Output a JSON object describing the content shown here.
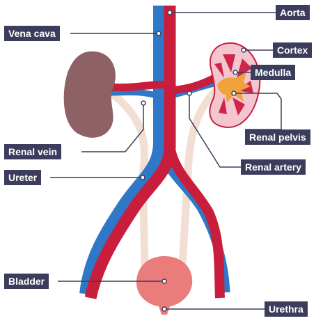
{
  "colors": {
    "label_bg": "#3c3d5c",
    "label_text": "#ffffff",
    "artery": "#c81e3c",
    "vein": "#2f78c8",
    "ureter": "#f2dfd4",
    "kidney": "#8d6165",
    "kidney_section": "#f3c6cf",
    "medulla": "#d0254a",
    "pelvis": "#f0a33a",
    "bladder": "#ea7c7c",
    "leader": "#3c3d5c"
  },
  "labels": {
    "aorta": "Aorta",
    "vena_cava": "Vena cava",
    "cortex": "Cortex",
    "medulla": "Medulla",
    "renal_pelvis": "Renal pelvis",
    "renal_vein": "Renal vein",
    "ureter": "Ureter",
    "renal_artery": "Renal artery",
    "bladder": "Bladder",
    "urethra": "Urethra"
  }
}
